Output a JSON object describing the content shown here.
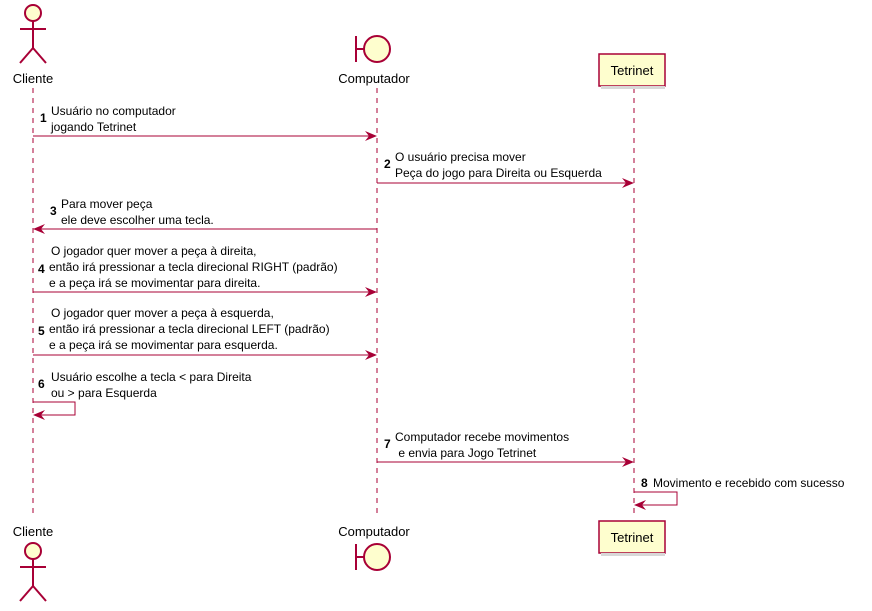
{
  "participants": {
    "cliente": {
      "name": "Cliente",
      "kind": "actor"
    },
    "computador": {
      "name": "Computador",
      "kind": "boundary"
    },
    "tetrinet": {
      "name": "Tetrinet",
      "kind": "participant"
    }
  },
  "messages": [
    {
      "number": "1",
      "from": "cliente",
      "to": "computador",
      "lines": [
        "Usuário no computador",
        "jogando Tetrinet"
      ]
    },
    {
      "number": "2",
      "from": "computador",
      "to": "tetrinet",
      "lines": [
        "O usuário precisa mover",
        "Peça do jogo para Direita ou Esquerda"
      ]
    },
    {
      "number": "3",
      "from": "computador",
      "to": "cliente",
      "lines": [
        "Para mover peça",
        "ele deve escolher uma tecla."
      ]
    },
    {
      "number": "4",
      "from": "cliente",
      "to": "computador",
      "lines": [
        "O jogador quer mover a peça à direita,",
        "então irá pressionar a tecla direcional RIGHT (padrão)",
        "e a peça irá se movimentar para direita."
      ]
    },
    {
      "number": "5",
      "from": "cliente",
      "to": "computador",
      "lines": [
        "O jogador quer mover a peça à esquerda,",
        "então irá pressionar a tecla direcional LEFT (padrão)",
        "e a peça irá se movimentar para esquerda."
      ]
    },
    {
      "number": "6",
      "from": "cliente",
      "to": "cliente",
      "lines": [
        "Usuário escolhe a tecla < para Direita",
        "ou > para Esquerda"
      ]
    },
    {
      "number": "7",
      "from": "computador",
      "to": "tetrinet",
      "lines": [
        "Computador recebe movimentos",
        " e envia para Jogo Tetrinet"
      ]
    },
    {
      "number": "8",
      "from": "tetrinet",
      "to": "tetrinet",
      "lines": [
        "Movimento e recebido com sucesso"
      ]
    }
  ],
  "colors": {
    "arrow": "#A80036",
    "lifeline": "#A80036",
    "participant_fill": "#FEFECE",
    "participant_border": "#A80036"
  }
}
